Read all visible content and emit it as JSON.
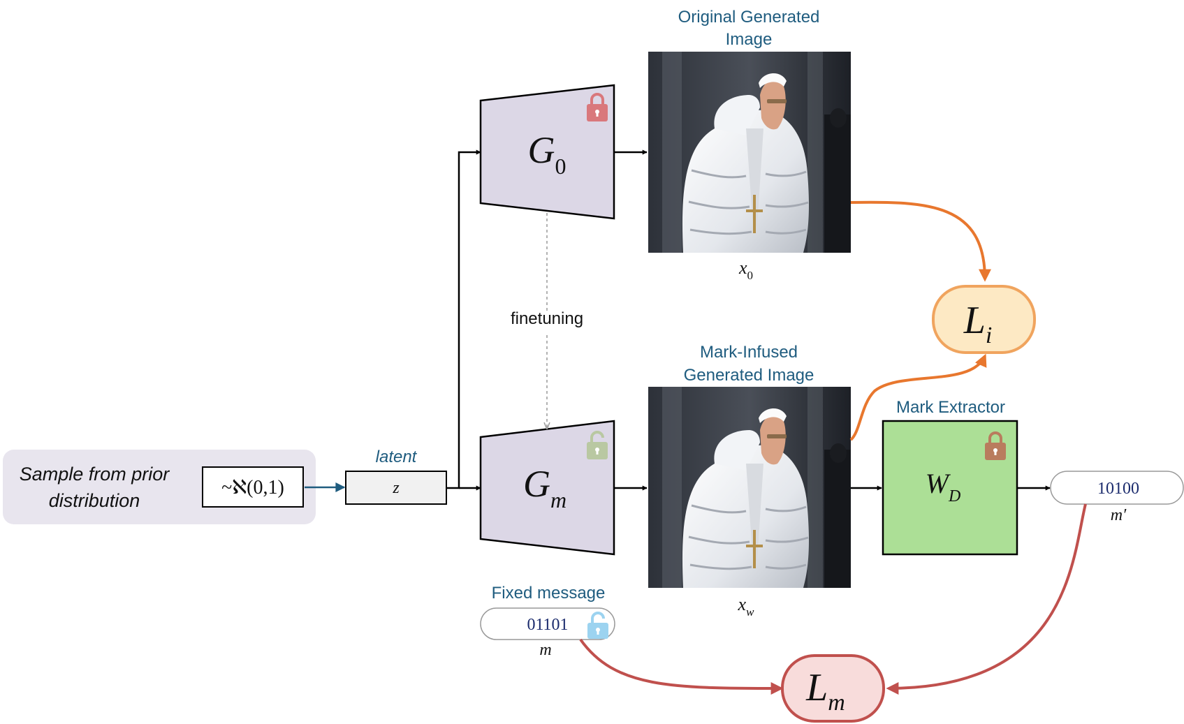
{
  "prior": {
    "text_line1": "Sample from prior",
    "text_line2": "distribution",
    "formula": "~ℵ(0,1)"
  },
  "latent": {
    "label": "latent",
    "symbol": "z"
  },
  "generators": {
    "original": {
      "main": "G",
      "sub": "0",
      "lock_color": "#d9787c"
    },
    "marked": {
      "main": "G",
      "sub": "m",
      "lock_color": "#b9c8a2"
    }
  },
  "finetuning_label": "finetuning",
  "images": {
    "original": {
      "title_line1": "Original Generated",
      "title_line2": "Image",
      "var_main": "x",
      "var_sub": "0"
    },
    "marked": {
      "title_line1": "Mark-Infused",
      "title_line2": "Generated Image",
      "var_main": "x",
      "var_sub": "w"
    }
  },
  "extractor": {
    "title": "Mark Extractor",
    "main": "W",
    "sub": "D",
    "lock_color": "#b97c5e",
    "fill": "#acdf96"
  },
  "output_message": {
    "value": "10100",
    "symbol": "m′"
  },
  "fixed_message": {
    "title": "Fixed message",
    "value": "01101",
    "symbol": "m",
    "lock_color": "#9cd3f0"
  },
  "losses": {
    "image": {
      "main": "L",
      "sub": "i",
      "fill": "#fde9c4",
      "stroke": "#f0a45e"
    },
    "message": {
      "main": "L",
      "sub": "m",
      "fill": "#f8dcdb",
      "stroke": "#c0504d"
    }
  },
  "colors": {
    "title_blue": "#1f5c7f",
    "orange_arrow": "#e8772e",
    "red_arrow": "#c0504d",
    "gen_fill": "#dcd7e6"
  }
}
